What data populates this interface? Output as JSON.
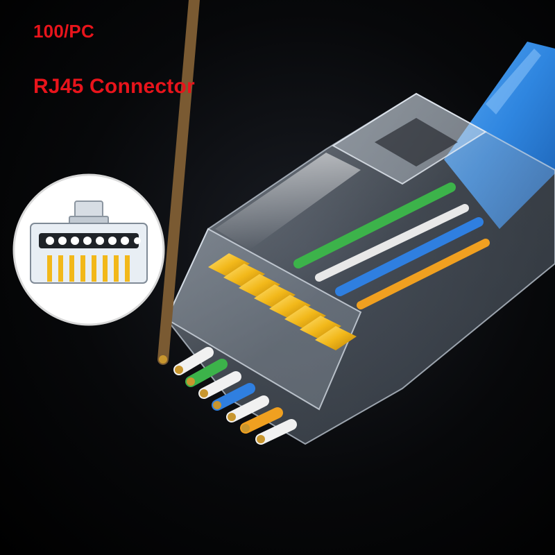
{
  "captions": {
    "quantity": "100/PC",
    "product": "RJ45 Connector"
  },
  "colors": {
    "caption_red": "#e8141b",
    "cable_blue": "#2f86e0",
    "contact_gold": "#f2b81a",
    "background": "#000000"
  },
  "wires": [
    "brown",
    "white",
    "green",
    "white",
    "blue",
    "white",
    "orange",
    "white"
  ],
  "icons": {
    "main_image": "rj45-connector-photo",
    "inset": "rj45-front-view-icon"
  }
}
